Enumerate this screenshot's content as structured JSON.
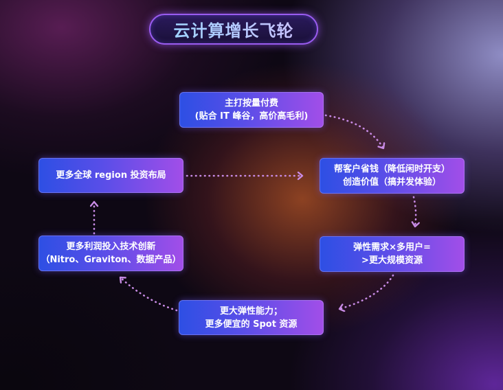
{
  "title": "云计算增长飞轮",
  "nodes": {
    "pay_as_you_go": {
      "line1": "主打按量付费",
      "line2": "(贴合 IT 峰谷，高价高毛利)"
    },
    "save_customer_money": {
      "line1": "帮客户省钱（降低闲时开支）",
      "line2": "创造价值（搞并发体验）"
    },
    "elastic_demand": {
      "line1": "弹性需求×多用户=",
      "line2": ">更大规模资源"
    },
    "more_elasticity": {
      "line1": "更大弹性能力；",
      "line2": "更多便宜的 Spot 资源"
    },
    "more_profit": {
      "line1": "更多利润投入技术创新",
      "line2": "（Nitro、Graviton、数据产品）"
    },
    "global_region": {
      "line1": "更多全球 region 投资布局"
    }
  },
  "colors": {
    "node_gradient_start": "#2d4fe4",
    "node_gradient_end": "#a24ee8",
    "arrow": "#c98ce6",
    "title_text": "#a9cdff",
    "title_border": "#9a5cf0"
  }
}
